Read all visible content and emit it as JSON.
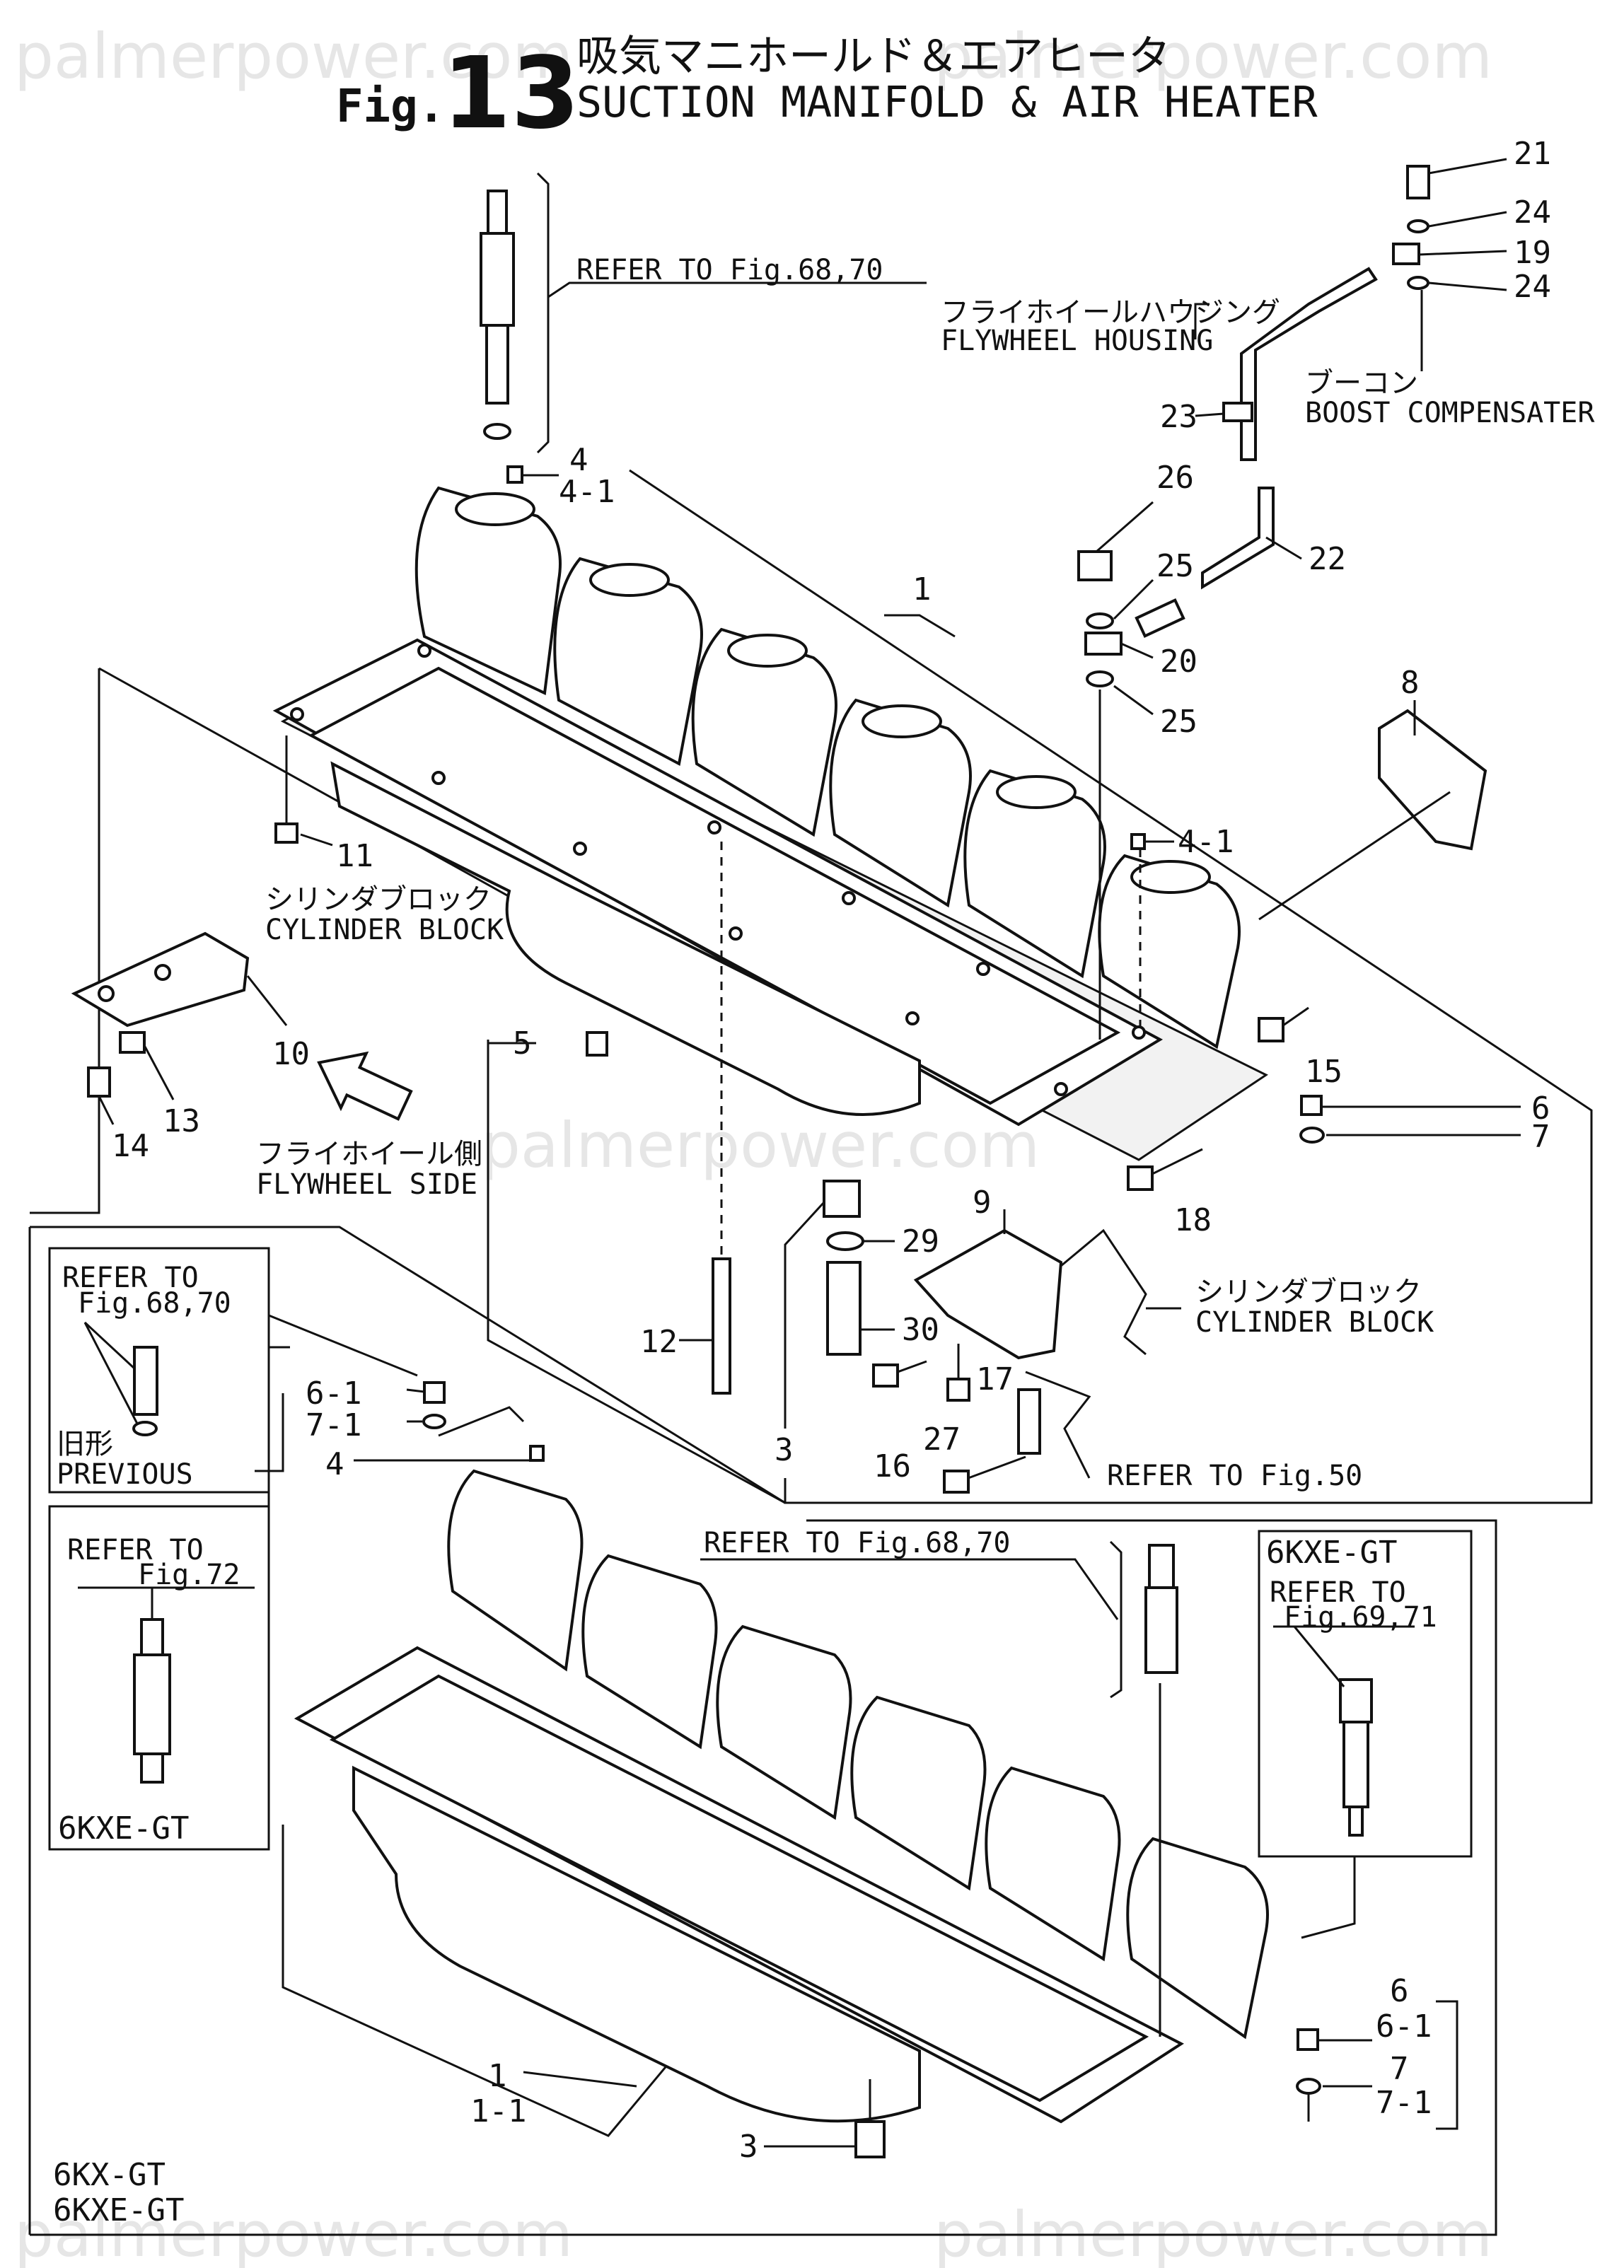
{
  "watermark": "palmerpower.com",
  "title": {
    "prefix": "Fig.",
    "number": "13",
    "japanese": "吸気マニホールド＆エアヒータ",
    "english": "SUCTION MANIFOLD & AIR HEATER"
  },
  "notes": {
    "refer_68_70": "REFER TO Fig.68,70",
    "flywheel_housing_jp": "フライホイールハウジング",
    "flywheel_housing_en": "FLYWHEEL HOUSING",
    "boost_jp": "ブーコン",
    "boost_en": "BOOST COMPENSATER",
    "cyl_block_jp": "シリンダブロック",
    "cyl_block_en": "CYLINDER BLOCK",
    "flywheel_side_jp": "フライホイール側",
    "flywheel_side_en": "FLYWHEEL SIDE",
    "refer_fig50": "REFER TO Fig.50",
    "inset1_refer_a": "REFER TO",
    "inset1_refer_b": "Fig.68,70",
    "previous_jp": "旧形",
    "previous_en": "PREVIOUS",
    "inset2_refer_a": "REFER TO",
    "inset2_refer_b": "Fig.72",
    "model_6kxe_gt": "6KXE-GT",
    "inset3_refer_a": "REFER TO",
    "inset3_refer_b": "Fig.69,71",
    "model_6kx_gt": "6KX-GT",
    "refer_68_70_lower": "REFER TO Fig.68,70"
  },
  "callouts": {
    "c21": "21",
    "c24a": "24",
    "c19": "19",
    "c24b": "24",
    "c23": "23",
    "c26": "26",
    "c22": "22",
    "c25a": "25",
    "c20": "20",
    "c25b": "25",
    "c8": "8",
    "c4": "4",
    "c4_1a": "4-1",
    "c1": "1",
    "c4_1b": "4-1",
    "c11": "11",
    "c10": "10",
    "c13": "13",
    "c14": "14",
    "c15": "15",
    "c5": "5",
    "c6": "6",
    "c7": "7",
    "c18": "18",
    "c9": "9",
    "c29": "29",
    "c30": "30",
    "c12": "12",
    "c17": "17",
    "c16": "16",
    "c27": "27",
    "c3": "3",
    "c6_1": "6-1",
    "c7_1": "7-1",
    "c4_lower": "4",
    "c6_lower": "6",
    "c6_1_lower": "6-1",
    "c7_lower": "7",
    "c7_1_lower": "7-1",
    "c1_lower": "1",
    "c1_1_lower": "1-1",
    "c3_lower": "3"
  }
}
